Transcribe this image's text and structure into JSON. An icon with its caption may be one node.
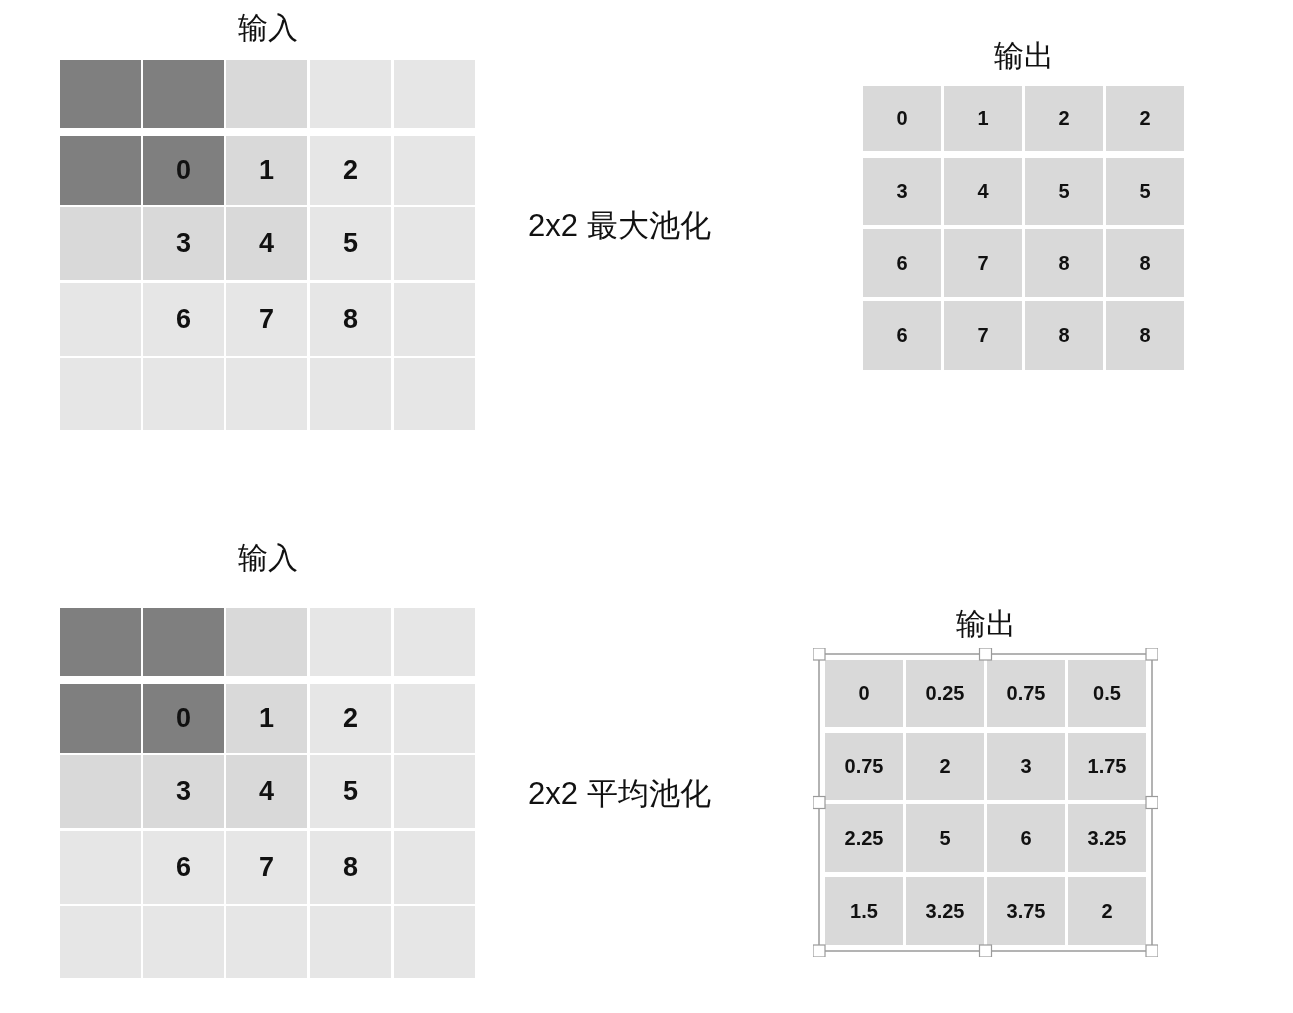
{
  "diagram": {
    "nodes": [
      {
        "text": [
          "输入"
        ]
      },
      {
        "text": [],
        "shape": "box",
        "in": 0
      },
      {
        "text": [],
        "shape": "box",
        "in": 0
      },
      {
        "text": [],
        "shape": "box",
        "in": 0
      },
      {
        "text": [],
        "shape": "box",
        "in": 0
      },
      {
        "text": [],
        "shape": "box",
        "in": 0
      },
      {
        "text": [],
        "shape": "box",
        "in": 0
      },
      {
        "text": [
          "0"
        ],
        "in": 0
      },
      {
        "text": [
          "1"
        ],
        "in": 0
      },
      {
        "text": [
          "2"
        ],
        "in": 0
      },
      {
        "text": [],
        "shape": "box",
        "in": 0
      },
      {
        "text": [],
        "shape": "box",
        "in": 0
      },
      {
        "text": [
          "3"
        ],
        "in": 0
      },
      {
        "text": [
          "4"
        ],
        "in": 0
      },
      {
        "text": [
          "5"
        ],
        "in": 0
      },
      {
        "text": [],
        "shape": "box",
        "in": 0
      },
      {
        "text": [],
        "shape": "box",
        "in": 0
      },
      {
        "text": [
          "6"
        ],
        "in": 0
      },
      {
        "text": [
          "7"
        ],
        "in": 0
      },
      {
        "text": [
          "8"
        ],
        "in": 0
      },
      {
        "text": [],
        "shape": "box",
        "in": 0
      },
      {
        "text": [],
        "shape": "box",
        "in": 0
      },
      {
        "text": [],
        "shape": "box",
        "in": 0
      },
      {
        "text": [],
        "shape": "box",
        "in": 0
      },
      {
        "text": [],
        "shape": "box",
        "in": 0
      },
      {
        "text": [],
        "shape": "box",
        "in": 0
      },
      {
        "text": [
          "输出"
        ]
      },
      {
        "text": [
          "0"
        ],
        "in": 26
      },
      {
        "text": [
          "1"
        ],
        "in": 26
      },
      {
        "text": [
          "2"
        ],
        "in": 26
      },
      {
        "text": [
          "2"
        ],
        "in": 26
      },
      {
        "text": [
          "3"
        ],
        "in": 26
      },
      {
        "text": [
          "4"
        ],
        "in": 26
      },
      {
        "text": [
          "5"
        ],
        "in": 26
      },
      {
        "text": [
          "5"
        ],
        "in": 26
      },
      {
        "text": [
          "6"
        ],
        "in": 26
      },
      {
        "text": [
          "7"
        ],
        "in": 26
      },
      {
        "text": [
          "8"
        ],
        "in": 26
      },
      {
        "text": [
          "8"
        ],
        "in": 26
      },
      {
        "text": [
          "6"
        ],
        "in": 26
      },
      {
        "text": [
          "7"
        ],
        "in": 26
      },
      {
        "text": [
          "8"
        ],
        "in": 26
      },
      {
        "text": [
          "8"
        ],
        "in": 26
      },
      {
        "text": [
          "输入"
        ]
      },
      {
        "text": [],
        "shape": "box",
        "in": 43
      },
      {
        "text": [],
        "shape": "box",
        "in": 43
      },
      {
        "text": [],
        "shape": "box",
        "in": 43
      },
      {
        "text": [],
        "shape": "box",
        "in": 43
      },
      {
        "text": [],
        "shape": "box",
        "in": 43
      },
      {
        "text": [],
        "shape": "box",
        "in": 43
      },
      {
        "text": [
          "0"
        ],
        "in": 43
      },
      {
        "text": [
          "1"
        ],
        "in": 43
      },
      {
        "text": [
          "2"
        ],
        "in": 43
      },
      {
        "text": [],
        "shape": "box",
        "in": 43
      },
      {
        "text": [],
        "shape": "box",
        "in": 43
      },
      {
        "text": [
          "3"
        ],
        "in": 43
      },
      {
        "text": [
          "4"
        ],
        "in": 43
      },
      {
        "text": [
          "5"
        ],
        "in": 43
      },
      {
        "text": [],
        "shape": "box",
        "in": 43
      },
      {
        "text": [],
        "shape": "box",
        "in": 43
      },
      {
        "text": [
          "6"
        ],
        "in": 43
      },
      {
        "text": [
          "7"
        ],
        "in": 43
      },
      {
        "text": [
          "8"
        ],
        "in": 43
      },
      {
        "text": [],
        "shape": "box",
        "in": 43
      },
      {
        "text": [],
        "shape": "box",
        "in": 43
      },
      {
        "text": [],
        "shape": "box",
        "in": 43
      },
      {
        "text": [],
        "shape": "box",
        "in": 43
      },
      {
        "text": [],
        "shape": "box",
        "in": 43
      },
      {
        "text": [],
        "shape": "box",
        "in": 43
      },
      {
        "text": [
          "输出"
        ]
      },
      {
        "text": [
          "0"
        ],
        "in": 69
      },
      {
        "text": [
          "0.25"
        ],
        "in": 69
      },
      {
        "text": [
          "0.75"
        ],
        "in": 69
      },
      {
        "text": [
          "0.5"
        ],
        "in": 69
      },
      {
        "text": [
          "0.75"
        ],
        "in": 69
      },
      {
        "text": [
          "2"
        ],
        "in": 69
      },
      {
        "text": [
          "3"
        ],
        "in": 69
      },
      {
        "text": [
          "1.75"
        ],
        "in": 69
      },
      {
        "text": [
          "2.25"
        ],
        "in": 69
      },
      {
        "text": [
          "5"
        ],
        "in": 69
      },
      {
        "text": [
          "6"
        ],
        "in": 69
      },
      {
        "text": [
          "3.25"
        ],
        "in": 69
      },
      {
        "text": [
          "1.5"
        ],
        "in": 69
      },
      {
        "text": [
          "3.25"
        ],
        "in": 69
      },
      {
        "text": [
          "3.75"
        ],
        "in": 69
      },
      {
        "text": [
          "2"
        ],
        "in": 69
      }
    ],
    "labels": [
      "2x2 最大池化",
      "2x2 平均池化"
    ]
  }
}
